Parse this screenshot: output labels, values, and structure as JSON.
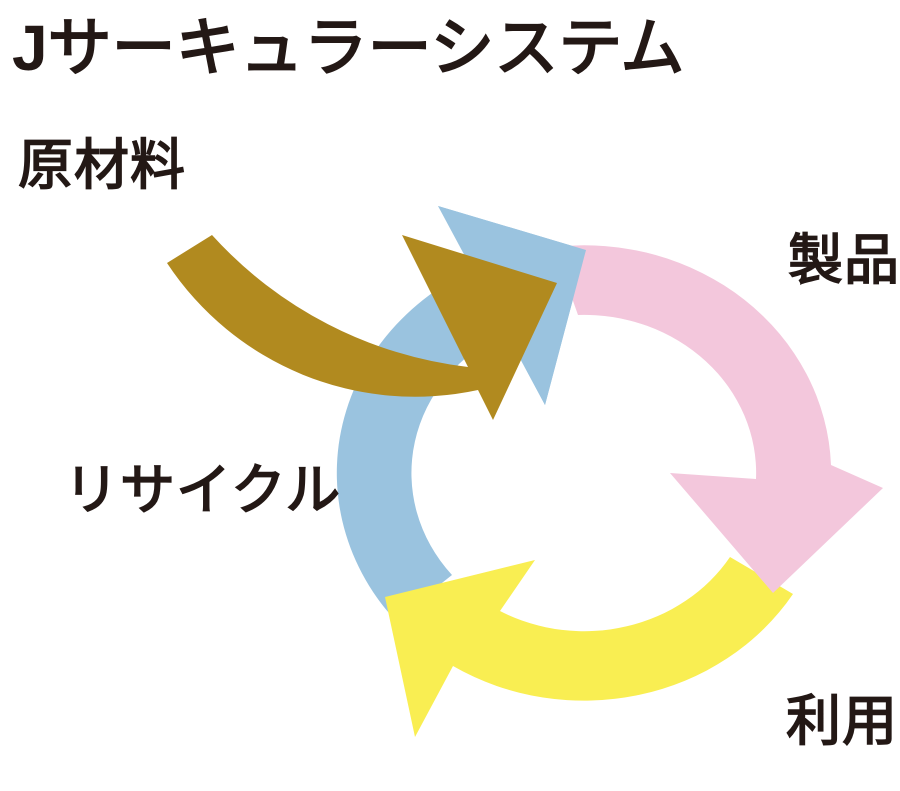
{
  "title": "Jサーキュラーシステム",
  "labels": {
    "raw_materials": "原材料",
    "product": "製品",
    "recycle": "リサイクル",
    "use": "利用"
  },
  "diagram": {
    "type": "cycle",
    "direction": "clockwise",
    "cycle_order": [
      "製品",
      "利用",
      "リサイクル"
    ],
    "input_arrow": "原材料"
  },
  "colors": {
    "background": "#FFFFFF",
    "text": "#231815",
    "raw_materials_arrow": "#B18A1F",
    "product_arrow": "#F3C7DC",
    "use_arrow": "#F9EE52",
    "recycle_arrow": "#9AC3DF"
  }
}
